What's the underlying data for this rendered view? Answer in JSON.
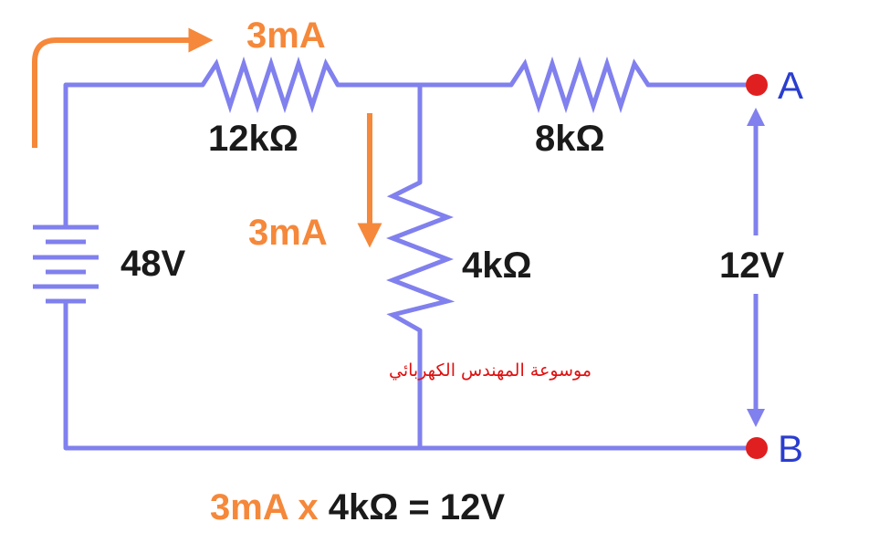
{
  "labels": {
    "current_top": "3mA",
    "current_mid": "3mA",
    "r1": "12kΩ",
    "r2": "8kΩ",
    "r3": "4kΩ",
    "battery": "48V",
    "voltage_ab": "12V",
    "node_a": "A",
    "node_b": "B",
    "watermark": "موسوعة المهندس الكهربائي"
  },
  "equation": {
    "current": "3mA",
    "times": " x ",
    "rest": "4kΩ = 12V"
  },
  "colors": {
    "wire": "#8080ee",
    "arrow": "#f5883a",
    "node": "#e02020",
    "node_label": "#2a3dcf",
    "watermark": "#e01010"
  }
}
